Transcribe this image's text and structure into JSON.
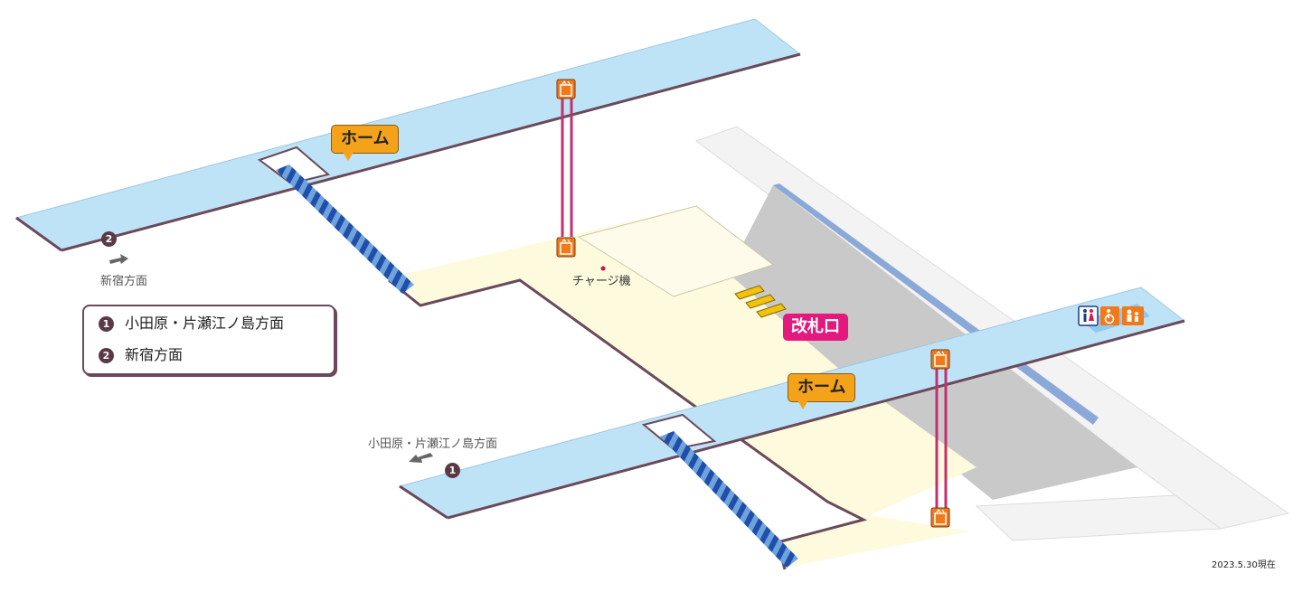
{
  "map": {
    "platform_label": "ホーム",
    "gate_label": "改札口",
    "charge_machine_label": "チャージ機",
    "date_note": "2023.5.30現在"
  },
  "directions": {
    "upper_left": {
      "number": "2",
      "text": "新宿方面"
    },
    "lower_left": {
      "number": "1",
      "text": "小田原・片瀬江ノ島方面"
    }
  },
  "legend": {
    "items": [
      {
        "number": "1",
        "text": "小田原・片瀬江ノ島方面"
      },
      {
        "number": "2",
        "text": "新宿方面"
      }
    ]
  },
  "colors": {
    "platform": "#bfe3f6",
    "concourse": "#fdfadd",
    "track_area": "#c8c8c8",
    "outline": "#6a4a5a",
    "stairs": "#2a5ab0",
    "elevator": "#f07a1a",
    "elevator_shaft": "#c2306e",
    "callout": "#f4a21a",
    "gate": "#e3197e",
    "ticket_gate_machine": "#f2c20e"
  },
  "icons": [
    "elevator-icon",
    "toilet-icon",
    "accessible-toilet-icon",
    "family-room-icon",
    "arrow-left-icon",
    "arrow-right-icon"
  ]
}
